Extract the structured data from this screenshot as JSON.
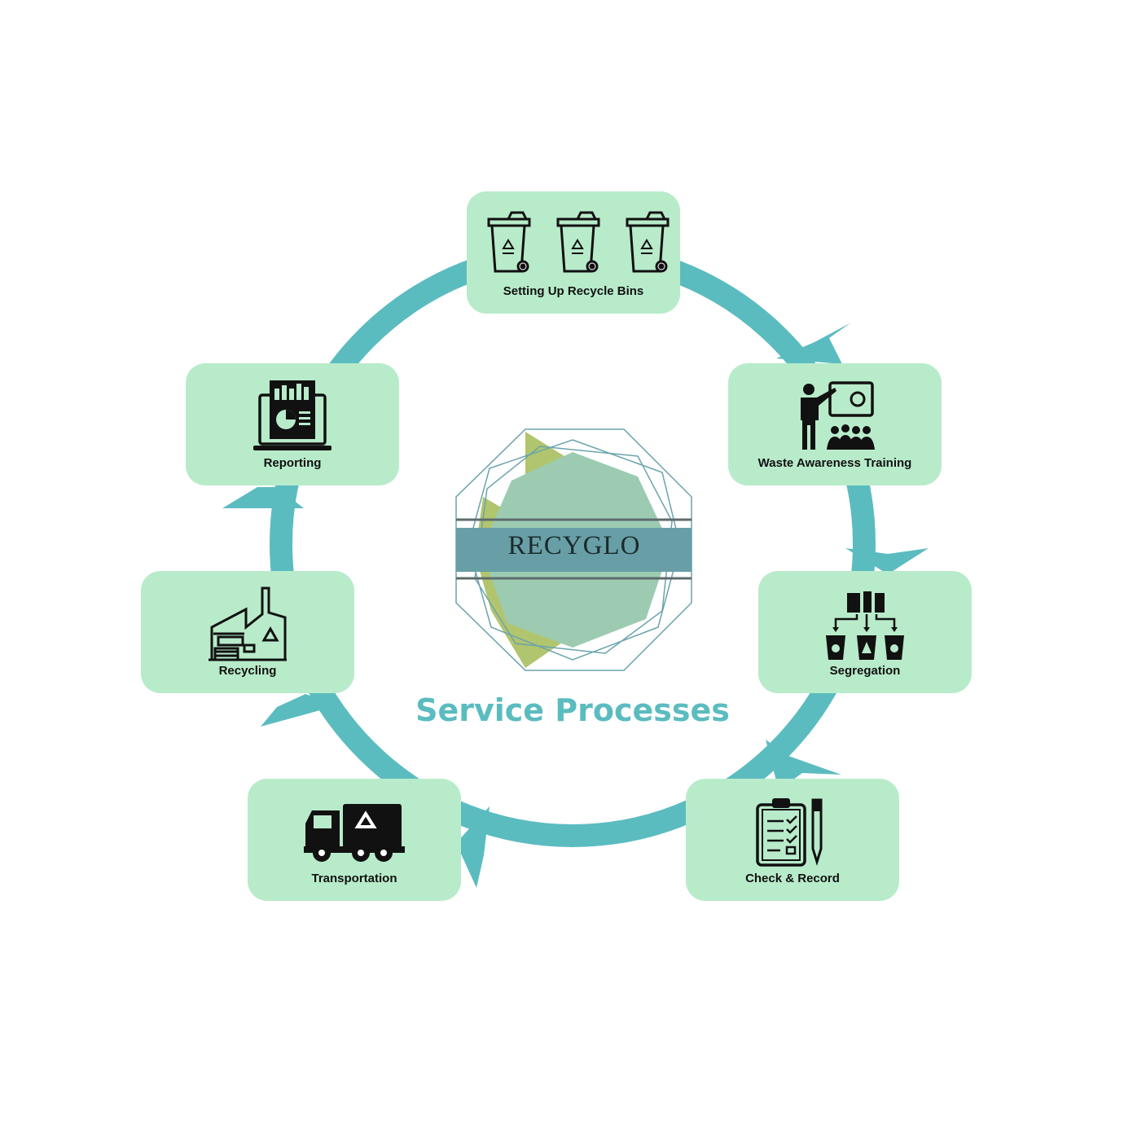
{
  "title": "Service Processes",
  "logo": {
    "text": "RECYGLO"
  },
  "colors": {
    "ring": "#5bbcc0",
    "card": "#b8ebca",
    "title": "#5bbcc0",
    "icon": "#111111",
    "logo_band": "#689fa6",
    "logo_hex": "#9ccbb2",
    "logo_accent": "#a8bf5e"
  },
  "steps": [
    {
      "id": "bins",
      "label": "Setting Up Recycle Bins",
      "icon": "recycle-bins-icon"
    },
    {
      "id": "training",
      "label": "Waste Awareness Training",
      "icon": "training-presentation-icon"
    },
    {
      "id": "segregation",
      "label": "Segregation",
      "icon": "waste-sorting-icon"
    },
    {
      "id": "check",
      "label": "Check & Record",
      "icon": "clipboard-checklist-icon"
    },
    {
      "id": "transport",
      "label": "Transportation",
      "icon": "recycling-truck-icon"
    },
    {
      "id": "recycling",
      "label": "Recycling",
      "icon": "recycling-factory-icon"
    },
    {
      "id": "reporting",
      "label": "Reporting",
      "icon": "report-laptop-icon"
    }
  ],
  "flow": "clockwise"
}
